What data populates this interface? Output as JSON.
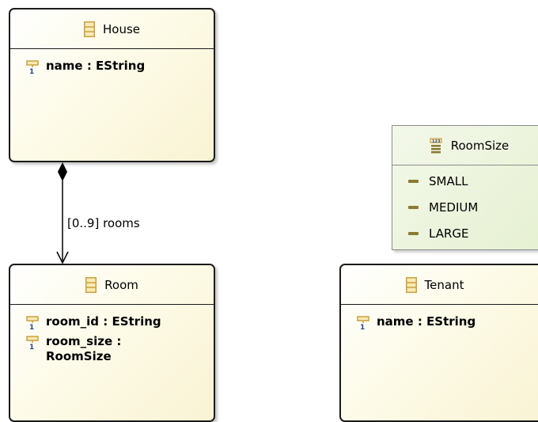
{
  "classes": {
    "house": {
      "name": "House",
      "attributes": [
        "name : EString"
      ]
    },
    "room": {
      "name": "Room",
      "attributes": [
        "room_id : EString",
        "room_size :\nRoomSize"
      ]
    },
    "tenant": {
      "name": "Tenant",
      "attributes": [
        "name : EString"
      ]
    }
  },
  "enums": {
    "roomsize": {
      "name": "RoomSize",
      "literals": [
        "SMALL",
        "MEDIUM",
        "LARGE"
      ]
    }
  },
  "references": {
    "house_rooms": {
      "label": "[0..9] rooms",
      "from": "House",
      "to": "Room",
      "kind": "containment"
    }
  },
  "icons": {
    "class": "eclass-icon",
    "enum": "eenum-icon",
    "attribute": "eattribute-icon",
    "literal": "eenum-literal-icon"
  },
  "colors": {
    "class_fill": "#fdfbe8",
    "enum_fill": "#e6f0d2",
    "class_icon": "#c8a23a",
    "attribute_icon": "#c8a23a",
    "literal_dash": "#8a7a32",
    "multiplicity_badge": "#2b4a8c"
  }
}
